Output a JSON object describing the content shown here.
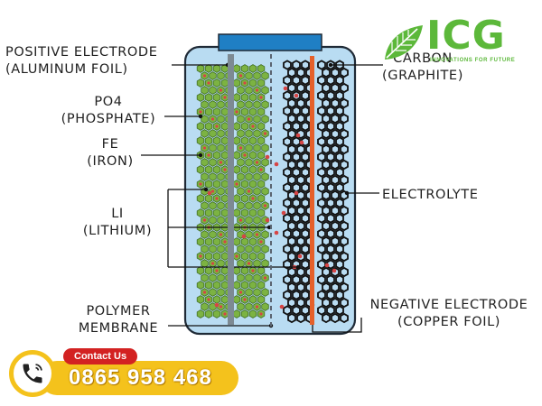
{
  "labels": {
    "positive_electrode": [
      "POSITIVE ELECTRODE",
      "(ALUMINUM FOIL)"
    ],
    "po4": [
      "PO4",
      "(PHOSPHATE)"
    ],
    "fe": [
      "FE",
      "(IRON)"
    ],
    "li": [
      "LI",
      "(LITHIUM)"
    ],
    "polymer_membrane": [
      "POLYMER",
      "MEMBRANE"
    ],
    "carbon": [
      "CARBON",
      "(GRAPHITE)"
    ],
    "electrolyte": [
      "ELECTROLYTE"
    ],
    "negative_electrode": [
      "NEGATIVE ELECTRODE",
      "(COPPER FOIL)"
    ]
  },
  "logo": {
    "wordmark": "ICG",
    "tagline": "INNOVATIONS FOR FUTURE"
  },
  "contact": {
    "tag": "Contact Us",
    "phone": "0865 958 468",
    "icon": "phone-icon"
  },
  "colors": {
    "cell_fill": "#b9dcf2",
    "cell_border": "#1f2a36",
    "terminal": "#1f7fc4",
    "cathode_particles": "#7cb342",
    "anode_particles": "#111111",
    "copper_foil": "#e5602a",
    "lithium_dots": "#d64545",
    "contact_yellow": "#f4c21c",
    "contact_red": "#d32222",
    "logo_green": "#5cb83a"
  }
}
